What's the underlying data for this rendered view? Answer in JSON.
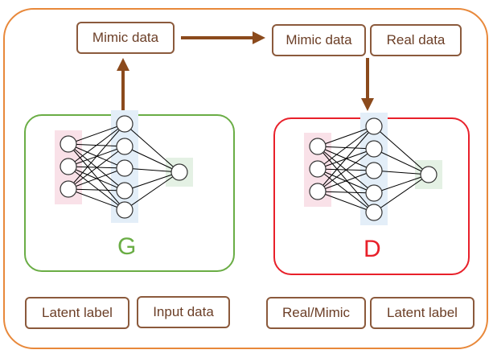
{
  "top": {
    "mimic_left": "Mimic data",
    "mimic_right": "Mimic data",
    "real": "Real data"
  },
  "generator": {
    "letter": "G",
    "color": "#6aad45"
  },
  "discriminator": {
    "letter": "D",
    "color": "#e8202a"
  },
  "bottom": {
    "latent_left": "Latent label",
    "input": "Input data",
    "real_mimic": "Real/Mimic",
    "latent_right": "Latent label"
  },
  "colors": {
    "frame": "#e8883a",
    "arrow": "#8b4a1c",
    "tag_border": "#8b5a3c",
    "input_layer": "#f9e1e8",
    "hidden_layer": "#e3eef8",
    "output_layer": "#e4f1e4"
  },
  "icons": {
    "network": "neural-network-icon"
  }
}
